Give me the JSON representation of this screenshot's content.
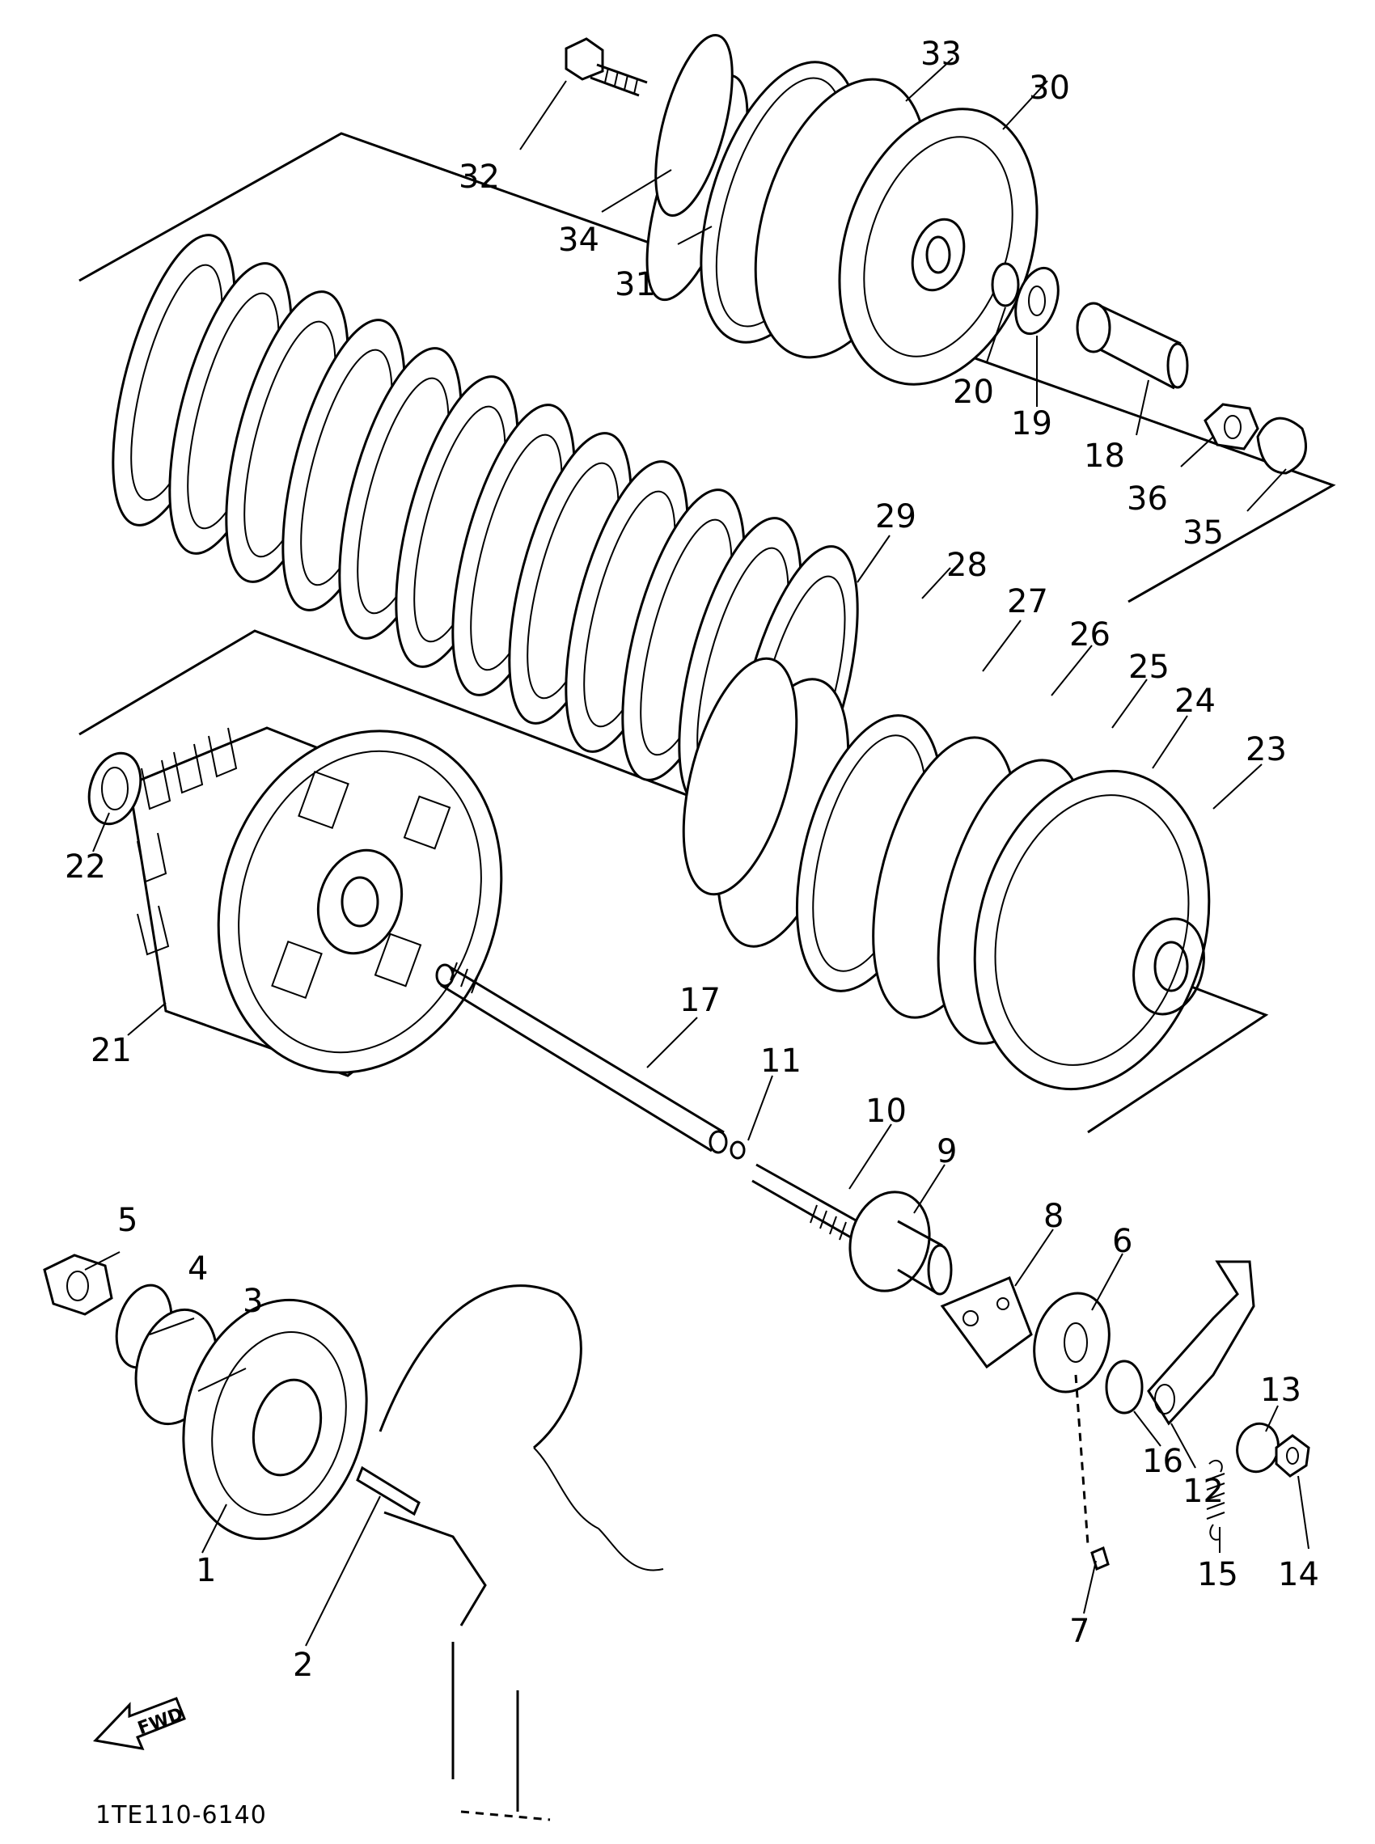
{
  "diagram": {
    "drawing_code": "1TE110-6140",
    "direction_badge": "FWD",
    "callouts": [
      "1",
      "2",
      "3",
      "4",
      "5",
      "6",
      "7",
      "8",
      "9",
      "10",
      "11",
      "12",
      "13",
      "14",
      "15",
      "16",
      "17",
      "18",
      "19",
      "20",
      "21",
      "22",
      "23",
      "24",
      "25",
      "26",
      "27",
      "28",
      "29",
      "30",
      "31",
      "32",
      "33",
      "34",
      "35",
      "36"
    ]
  }
}
